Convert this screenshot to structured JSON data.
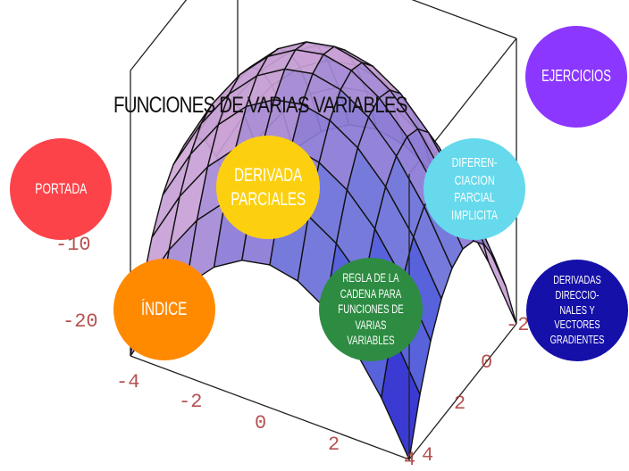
{
  "title": "FUNCIONES DE VARIAS VARIABLES",
  "background_plot": {
    "z_ticks": [
      "-10",
      "-20"
    ],
    "x_ticks": [
      "-4",
      "-2",
      "0",
      "2",
      "4"
    ],
    "y_ticks": [
      "-2",
      "0",
      "2",
      "4"
    ]
  },
  "topics": [
    {
      "label": "PORTADA",
      "color": "#fc4349"
    },
    {
      "label": "DERIVADA\nPARCIALES",
      "color": "#fdd00f"
    },
    {
      "label": "EJERCICIOS",
      "color": "#8b37ff"
    },
    {
      "label": "DIFEREN-\nCIACION\nPARCIAL\nIMPLICITA",
      "color": "#66d9ec"
    },
    {
      "label": "ÍNDICE",
      "color": "#ff8a00"
    },
    {
      "label": "REGLA DE LA\nCADENA PARA\nFUNCIONES DE\nVARIAS VARIABLES",
      "color": "#2d8c42"
    },
    {
      "label": "DERIVADAS\nDIRECCIO-\nNALES Y VECTORES\nGRADIENTES",
      "color": "#1510a8"
    }
  ]
}
